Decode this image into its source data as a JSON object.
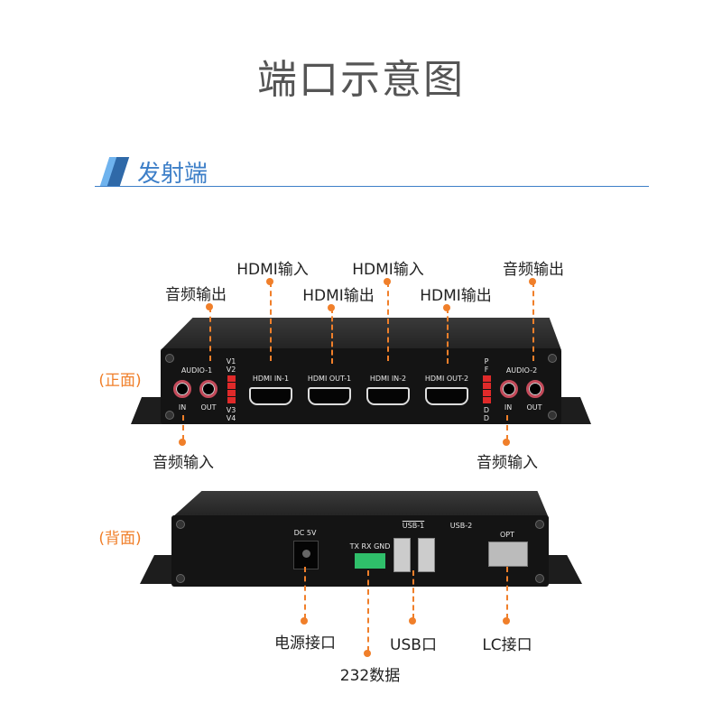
{
  "title": "端口示意图",
  "section": {
    "title": "发射端"
  },
  "front": {
    "side_label": "(正面)",
    "panel": {
      "audio1": "AUDIO-1",
      "audio2": "AUDIO-2",
      "in": "IN",
      "out": "OUT",
      "v1": "V1",
      "v2": "V2",
      "v3": "V3",
      "v4": "V4",
      "p": "P",
      "f": "F",
      "d": "D",
      "hdmi_in1": "HDMI IN-1",
      "hdmi_out1": "HDMI OUT-1",
      "hdmi_in2": "HDMI IN-2",
      "hdmi_out2": "HDMI OUT-2"
    },
    "callouts": {
      "audio_out_1": "音频输出",
      "hdmi_in_1": "HDMI输入",
      "hdmi_out_1": "HDMI输出",
      "hdmi_in_2": "HDMI输入",
      "hdmi_out_2": "HDMI输出",
      "audio_out_2": "音频输出",
      "audio_in_1": "音频输入",
      "audio_in_2": "音频输入"
    }
  },
  "back": {
    "side_label": "(背面)",
    "panel": {
      "dc": "DC 5V",
      "serial": "TX RX GND",
      "usb1": "USB-1",
      "usb2": "USB-2",
      "opt": "OPT"
    },
    "callouts": {
      "power": "电源接口",
      "rs232": "232数据",
      "usb": "USB口",
      "lc": "LC接口"
    }
  },
  "colors": {
    "accent": "#f07f2a",
    "section_blue": "#3d7fc8"
  }
}
